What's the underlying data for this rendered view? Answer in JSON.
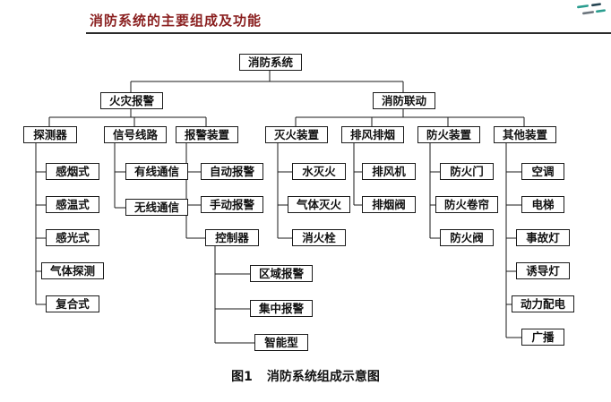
{
  "header": {
    "title": "消防系统的主要组成及功能",
    "title_color": "#8a1f1f"
  },
  "logo": {
    "name": "brand-logo",
    "colors": [
      "#2a9d8f",
      "#264653",
      "#6c757d"
    ]
  },
  "figure": {
    "caption_label": "图1",
    "caption_text": "消防系统组成示意图"
  },
  "tree": {
    "root": {
      "label": "消防系统"
    },
    "branches": [
      {
        "label": "火灾报警",
        "children": [
          {
            "label": "探测器",
            "children": [
              {
                "label": "感烟式"
              },
              {
                "label": "感温式"
              },
              {
                "label": "感光式"
              },
              {
                "label": "气体探测"
              },
              {
                "label": "复合式"
              }
            ]
          },
          {
            "label": "信号线路",
            "children": [
              {
                "label": "有线通信"
              },
              {
                "label": "无线通信"
              }
            ]
          },
          {
            "label": "报警装置",
            "children": [
              {
                "label": "自动报警"
              },
              {
                "label": "手动报警"
              },
              {
                "label": "控制器",
                "children": [
                  {
                    "label": "区域报警"
                  },
                  {
                    "label": "集中报警"
                  },
                  {
                    "label": "智能型"
                  }
                ]
              }
            ]
          }
        ]
      },
      {
        "label": "消防联动",
        "children": [
          {
            "label": "灭火装置",
            "children": [
              {
                "label": "水灭火"
              },
              {
                "label": "气体灭火"
              },
              {
                "label": "消火栓"
              }
            ]
          },
          {
            "label": "排风排烟",
            "children": [
              {
                "label": "排风机"
              },
              {
                "label": "排烟阀"
              }
            ]
          },
          {
            "label": "防火装置",
            "children": [
              {
                "label": "防火门"
              },
              {
                "label": "防火卷帘"
              },
              {
                "label": "防火阀"
              }
            ]
          },
          {
            "label": "其他装置",
            "children": [
              {
                "label": "空调"
              },
              {
                "label": "电梯"
              },
              {
                "label": "事故灯"
              },
              {
                "label": "诱导灯"
              },
              {
                "label": "动力配电"
              },
              {
                "label": "广播"
              }
            ]
          }
        ]
      }
    ]
  }
}
